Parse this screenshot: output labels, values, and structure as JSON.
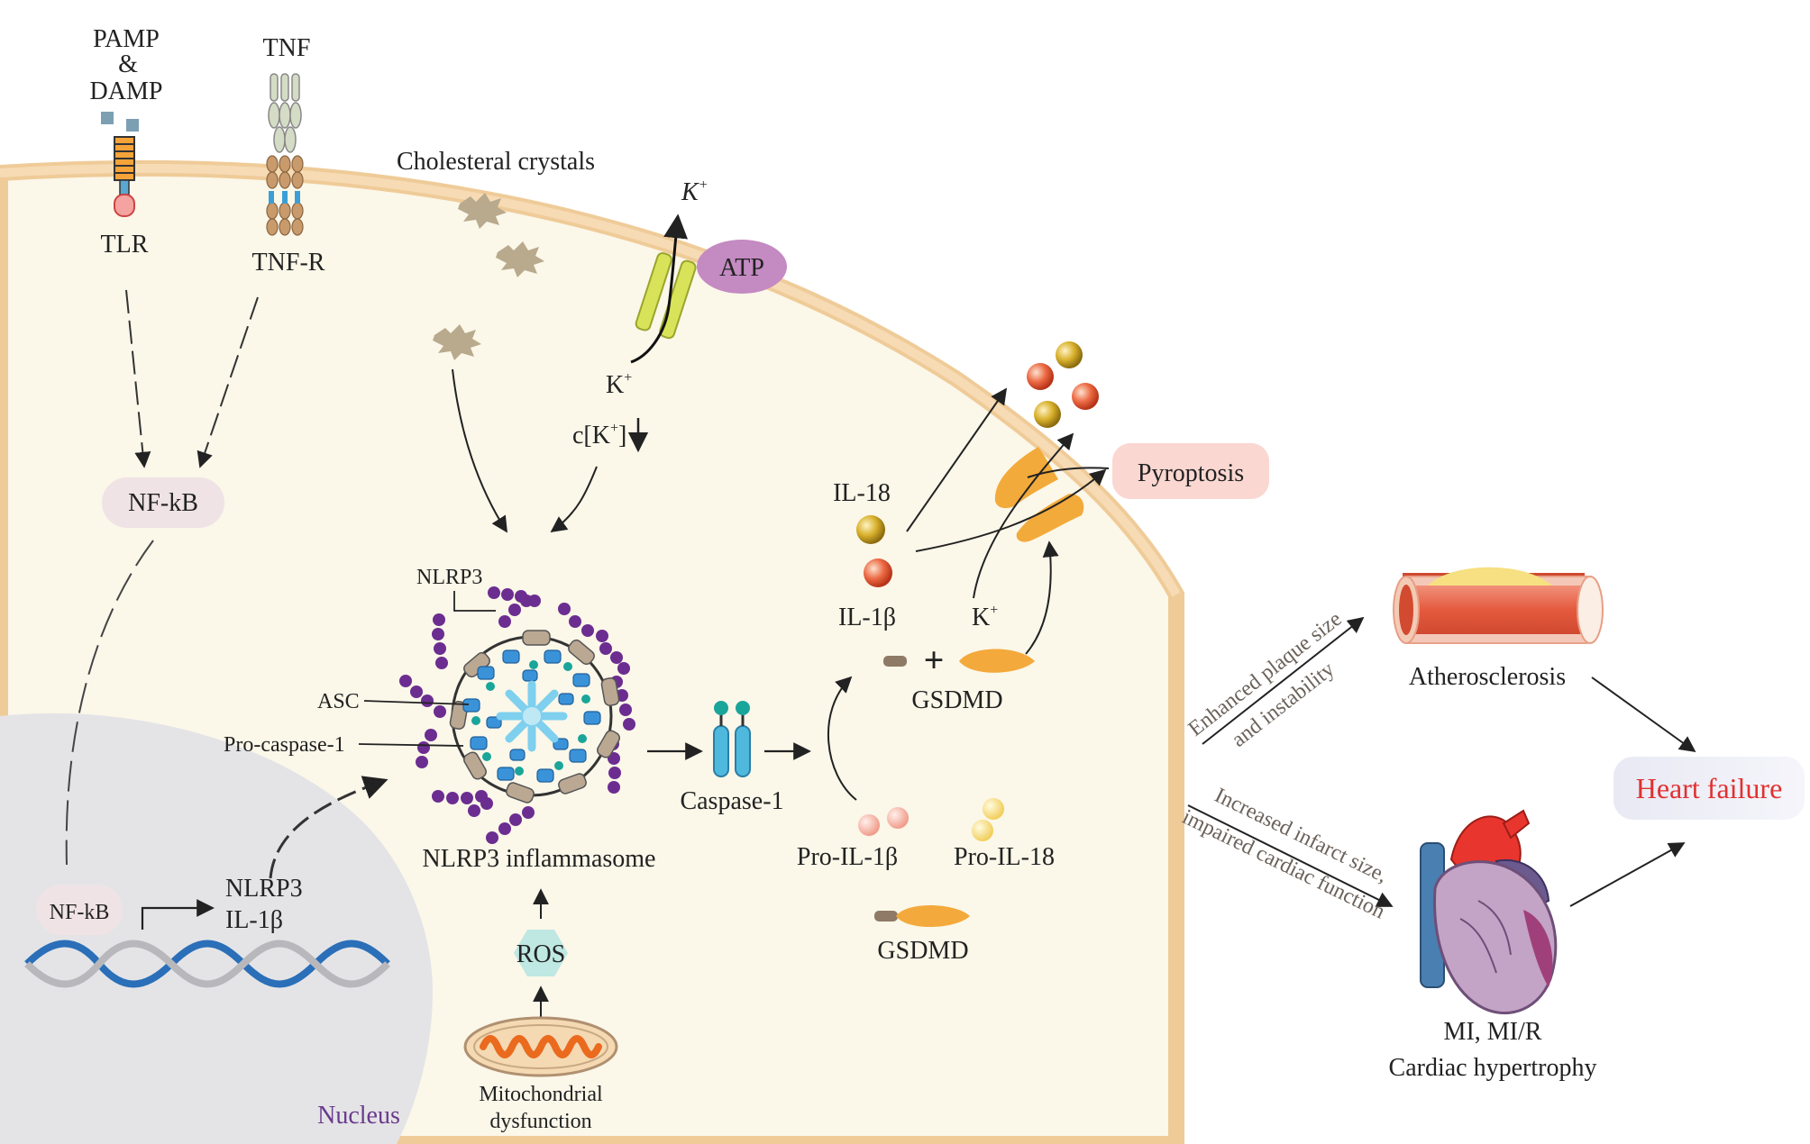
{
  "labels": {
    "pamp": "PAMP",
    "amp": "&",
    "damp": "DAMP",
    "tlr": "TLR",
    "tnf": "TNF",
    "tnf_r": "TNF-R",
    "cholesterol": "Cholesteral crystals",
    "k_out": "K",
    "k_out_sup": "+",
    "atp": "ATP",
    "k_in": "K",
    "k_in_sup": "+",
    "ck_pre": "c[K",
    "ck_sup": "+",
    "ck_post": "]",
    "nfkb_cyto": "NF-kB",
    "nfkb_nuc": "NF-kB",
    "nlrp3_gene": "NLRP3",
    "il1b_gene": "IL-1β",
    "nucleus": "Nucleus",
    "nlrp3": "NLRP3",
    "asc": "ASC",
    "pro_caspase": "Pro-caspase-1",
    "inflammasome": "NLRP3 inflammasome",
    "ros": "ROS",
    "mito_1": "Mitochondrial",
    "mito_2": "dysfunction",
    "caspase1": "Caspase-1",
    "il18": "IL-18",
    "il1b": "IL-1β",
    "k_efflux": "K",
    "k_efflux_sup": "+",
    "plus": "+",
    "gsdmd_active": "GSDMD",
    "pro_il1b": "Pro-IL-1β",
    "pro_il18": "Pro-IL-18",
    "gsdmd_pro": "GSDMD",
    "pyroptosis": "Pyroptosis",
    "plaque_1": "Enhanced plaque size",
    "plaque_2": "and instability",
    "infarct_1": "Increased infarct size,",
    "infarct_2": "impaired cardiac function",
    "atherosclerosis": "Atherosclerosis",
    "heart_failure": "Heart failure",
    "mi_1": "MI, MI/R",
    "mi_2": "Cardiac hypertrophy"
  },
  "colors": {
    "cell_fill": "#fbf7e9",
    "membrane": "#f2d2a5",
    "nucleus": "#e5e5e8",
    "nucleus_label": "#6a3a8c",
    "heart_failure_text": "#e0312f",
    "pyroptosis_bg": "#fbd7d1",
    "nfkb_bg": "#efe3e6",
    "atp_bg": "#c48ac2",
    "gsdmd": "#f3a93b",
    "il1b_ball": "#e5502f",
    "il18_ball": "#d0a923",
    "pore": "#f2aa3a",
    "caspase": "#4fb8dd",
    "nlrp3_beads": "#6c2d91",
    "ros": "#bfe8e3"
  },
  "icons": [
    "tlr-receptor",
    "tnf-receptor",
    "cholesterol-crystal",
    "k-channel",
    "nlrp3-inflammasome",
    "caspase-1",
    "gsdmd-pore",
    "mitochondrion",
    "dna-helix",
    "artery",
    "heart"
  ]
}
